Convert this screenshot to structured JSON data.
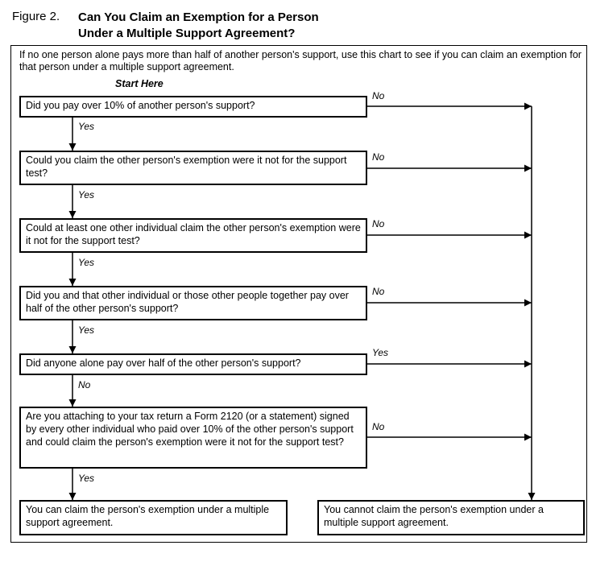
{
  "figure": {
    "label": "Figure 2.",
    "title_line1": "Can You Claim an Exemption for a Person",
    "title_line2": "Under a Multiple Support Agreement?"
  },
  "intro": "If no one person alone pays more than half of another person's support, use this chart to see if you can claim an exemption for that person under a multiple support agreement.",
  "start_label": "Start Here",
  "questions": [
    {
      "text": "Did you pay over 10% of another person's support?",
      "down": "Yes",
      "right": "No"
    },
    {
      "text": "Could you claim the other person's exemption were it not for the support test?",
      "down": "Yes",
      "right": "No"
    },
    {
      "text": "Could at least one other individual claim the other person's exemption were it not for the support test?",
      "down": "Yes",
      "right": "No"
    },
    {
      "text": "Did you and that other individual or those other people together pay over half of the other person's support?",
      "down": "Yes",
      "right": "No"
    },
    {
      "text": "Did anyone alone pay over half of the other person's support?",
      "down": "No",
      "right": "Yes"
    },
    {
      "text": "Are you attaching to your tax return a Form 2120 (or a statement) signed by every other individual who paid over 10% of the other person's support and could claim the person's exemption were it not for the support test?",
      "down": "Yes",
      "right": "No"
    }
  ],
  "results": {
    "can_claim": "You can claim the person's exemption under a multiple support agreement.",
    "cannot_claim": "You cannot claim the person's exemption under a multiple support agreement."
  }
}
